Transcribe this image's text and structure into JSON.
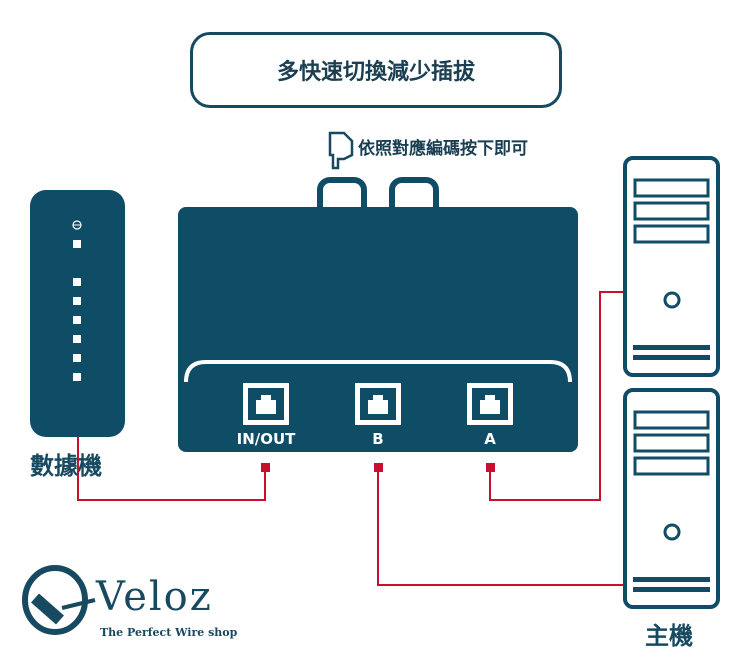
{
  "title": "多快速切換減少插拔",
  "hint": "依照對應編碼按下即可",
  "modem_label": "數據機",
  "host_label": "主機",
  "ports": [
    "IN/OUT",
    "B",
    "A"
  ],
  "logo": {
    "name": "Veloz",
    "tagline": "The Perfect Wire shop"
  },
  "colors": {
    "primary": "#0f4c66",
    "cable": "#c8102e"
  }
}
